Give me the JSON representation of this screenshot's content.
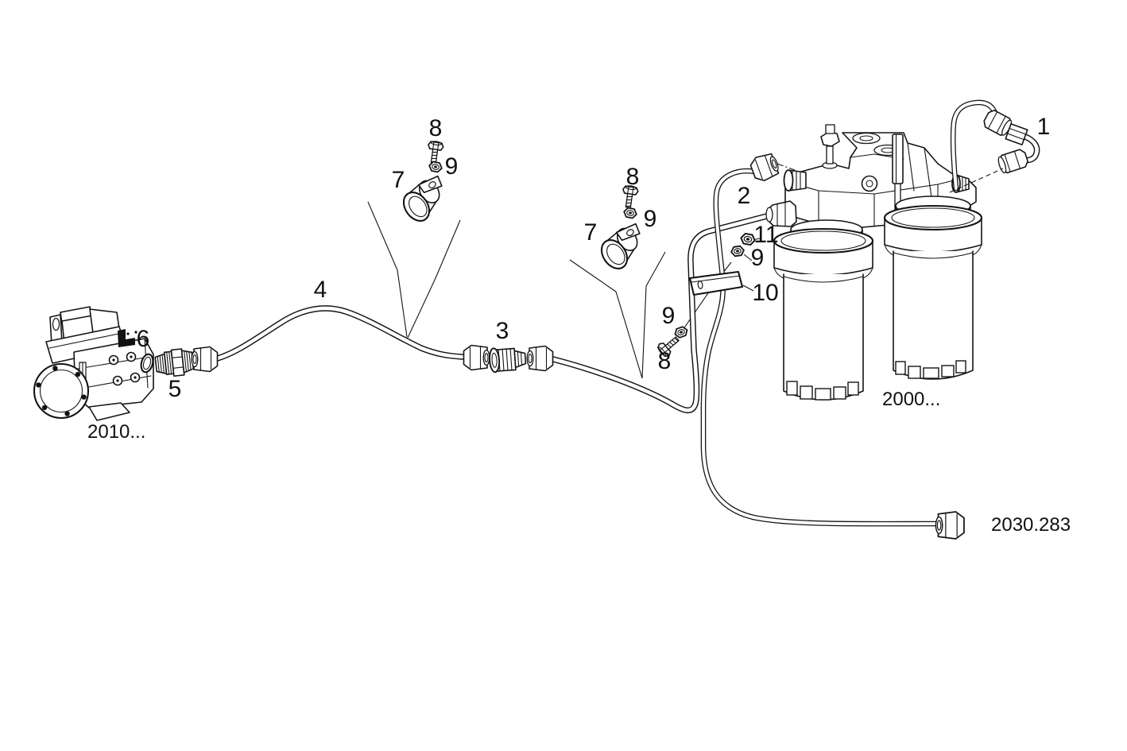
{
  "figure": {
    "type": "exploded-parts-diagram",
    "background_color": "#ffffff",
    "line_color": "#151515"
  },
  "callouts": {
    "c1": {
      "text": "1"
    },
    "c2": {
      "text": "2"
    },
    "c3": {
      "text": "3"
    },
    "c4": {
      "text": "4"
    },
    "c5": {
      "text": "5"
    },
    "c6": {
      "text": "6"
    },
    "c7a": {
      "text": "7"
    },
    "c7b": {
      "text": "7"
    },
    "c8a": {
      "text": "8"
    },
    "c8b": {
      "text": "8"
    },
    "c8c": {
      "text": "8"
    },
    "c9a": {
      "text": "9"
    },
    "c9b": {
      "text": "9"
    },
    "c9c": {
      "text": "9"
    },
    "c9d": {
      "text": "9"
    },
    "c10": {
      "text": "10"
    },
    "c11": {
      "text": "11"
    }
  },
  "reference_codes": {
    "pump": "2010...",
    "filters": "2000...",
    "return_line": "2030.283"
  }
}
